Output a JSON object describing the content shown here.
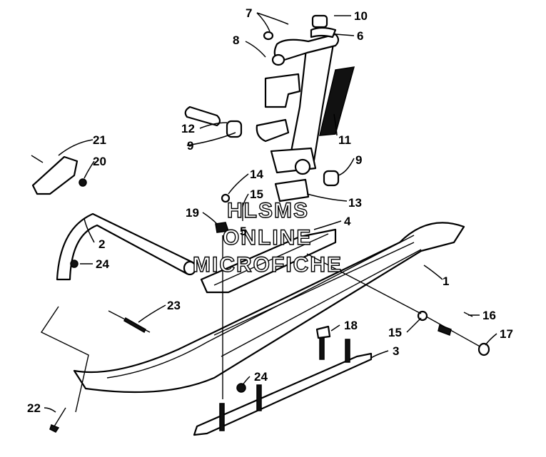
{
  "watermark": {
    "line1": "HLSMS",
    "line2": "ONLINE",
    "line3": "MICROFICHE"
  },
  "callouts": {
    "c1": "1",
    "c2": "2",
    "c3": "3",
    "c4": "4",
    "c5": "5",
    "c6": "6",
    "c7": "7",
    "c8": "8",
    "c9a": "9",
    "c9b": "9",
    "c10": "10",
    "c11": "11",
    "c12": "12",
    "c13": "13",
    "c14": "14",
    "c15a": "15",
    "c15b": "15",
    "c16": "16",
    "c17": "17",
    "c18": "18",
    "c19": "19",
    "c20": "20",
    "c21": "21",
    "c22": "22",
    "c23": "23",
    "c24a": "24",
    "c24b": "24"
  }
}
